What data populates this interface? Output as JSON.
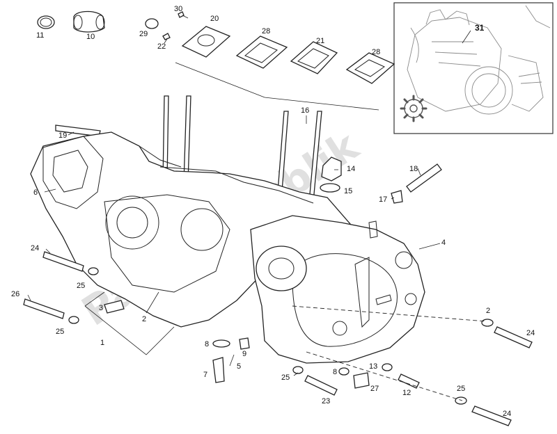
{
  "watermark": "PartsRepublik",
  "inset": {
    "label": "31"
  },
  "callouts": [
    {
      "id": "11",
      "text": "11"
    },
    {
      "id": "10",
      "text": "10"
    },
    {
      "id": "30",
      "text": "30"
    },
    {
      "id": "20",
      "text": "20"
    },
    {
      "id": "29",
      "text": "29"
    },
    {
      "id": "22",
      "text": "22"
    },
    {
      "id": "28a",
      "text": "28"
    },
    {
      "id": "21",
      "text": "21"
    },
    {
      "id": "28b",
      "text": "28"
    },
    {
      "id": "19",
      "text": "19"
    },
    {
      "id": "16",
      "text": "16"
    },
    {
      "id": "14",
      "text": "14"
    },
    {
      "id": "15",
      "text": "15"
    },
    {
      "id": "18",
      "text": "18"
    },
    {
      "id": "17",
      "text": "17"
    },
    {
      "id": "6",
      "text": "6"
    },
    {
      "id": "4",
      "text": "4"
    },
    {
      "id": "24a",
      "text": "24"
    },
    {
      "id": "25a",
      "text": "25"
    },
    {
      "id": "26",
      "text": "26"
    },
    {
      "id": "3",
      "text": "3"
    },
    {
      "id": "2a",
      "text": "2"
    },
    {
      "id": "25b",
      "text": "25"
    },
    {
      "id": "1",
      "text": "1"
    },
    {
      "id": "8a",
      "text": "8"
    },
    {
      "id": "9",
      "text": "9"
    },
    {
      "id": "7",
      "text": "7"
    },
    {
      "id": "5",
      "text": "5"
    },
    {
      "id": "2b",
      "text": "2"
    },
    {
      "id": "24b",
      "text": "24"
    },
    {
      "id": "25c",
      "text": "25"
    },
    {
      "id": "8b",
      "text": "8"
    },
    {
      "id": "13",
      "text": "13"
    },
    {
      "id": "27",
      "text": "27"
    },
    {
      "id": "23",
      "text": "23"
    },
    {
      "id": "12",
      "text": "12"
    },
    {
      "id": "25d",
      "text": "25"
    },
    {
      "id": "24c",
      "text": "24"
    }
  ]
}
